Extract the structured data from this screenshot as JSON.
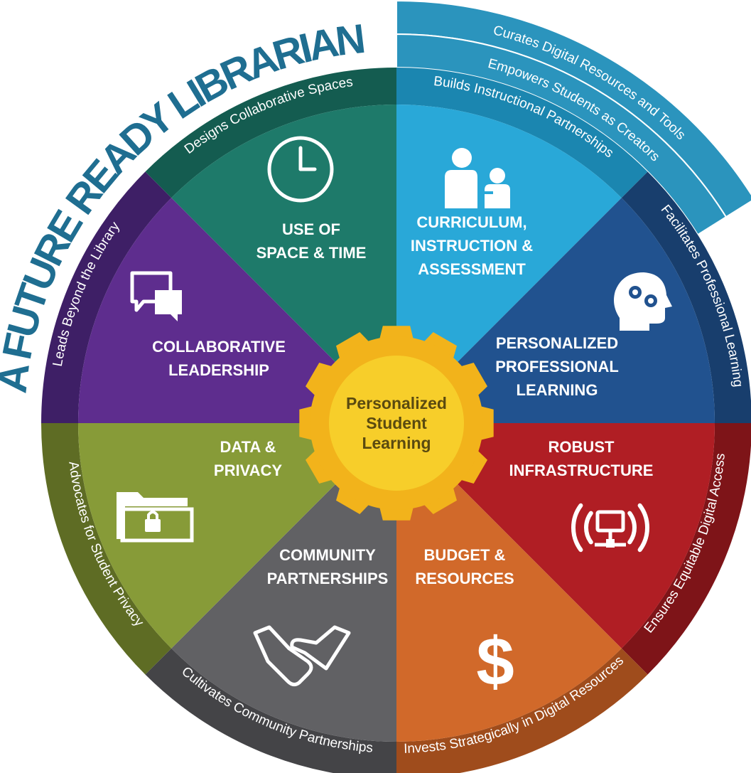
{
  "title": "A FUTURE READY LIBRARIAN",
  "center": {
    "lines": [
      "Personalized",
      "Student",
      "Learning"
    ]
  },
  "segments": [
    {
      "id": "use-of-space-and-time",
      "lines": [
        "USE OF",
        "SPACE & TIME"
      ],
      "ring_text": "Designs Collaborative Spaces",
      "color": "#1e7a6a",
      "ring_color": "#145c50",
      "icon": "clock-icon"
    },
    {
      "id": "curriculum-instruction-assessment",
      "lines": [
        "CURRICULUM,",
        "INSTRUCTION &",
        "ASSESSMENT"
      ],
      "ring_text": "Builds Instructional Partnerships",
      "color": "#29a8d8",
      "ring_color": "#1b86b0",
      "icon": "teacher-student-icon"
    },
    {
      "id": "personalized-professional-learning",
      "lines": [
        "PERSONALIZED",
        "PROFESSIONAL",
        "LEARNING"
      ],
      "ring_text": "Facilitates Professional Learning",
      "color": "#21528f",
      "ring_color": "#183e6d",
      "icon": "head-gears-icon"
    },
    {
      "id": "robust-infrastructure",
      "lines": [
        "ROBUST",
        "INFRASTRUCTURE"
      ],
      "ring_text": "Ensures Equitable Digital Access",
      "color": "#b01e24",
      "ring_color": "#7e1418",
      "icon": "network-signal-icon"
    },
    {
      "id": "budget-and-resources",
      "lines": [
        "BUDGET &",
        "RESOURCES"
      ],
      "ring_text": "Invests Strategically in Digital Resources",
      "color": "#d1692a",
      "ring_color": "#9f4c1c",
      "icon": "dollar-icon"
    },
    {
      "id": "community-partnerships",
      "lines": [
        "COMMUNITY",
        "PARTNERSHIPS"
      ],
      "ring_text": "Cultivates Community Partnerships",
      "color": "#616164",
      "ring_color": "#444447",
      "icon": "handshake-icon"
    },
    {
      "id": "data-and-privacy",
      "lines": [
        "DATA &",
        "PRIVACY"
      ],
      "ring_text": "Advocates for Student Privacy",
      "color": "#879b38",
      "ring_color": "#5e6c24",
      "icon": "locked-folder-icon"
    },
    {
      "id": "collaborative-leadership",
      "lines": [
        "COLLABORATIVE",
        "LEADERSHIP"
      ],
      "ring_text": "Leads Beyond the Library",
      "color": "#5e2d8e",
      "ring_color": "#3e1f66",
      "icon": "chat-bubbles-icon"
    }
  ],
  "outer_bands": [
    {
      "text": "Curates Digital Resources and Tools",
      "color": "#2b94bd"
    },
    {
      "text": "Empowers Students as Creators",
      "color": "#2b94bd"
    }
  ],
  "colors": {
    "title": "#1f6e91",
    "gear": "#f2b31b",
    "gear_inner": "#f7ce2a",
    "center_text": "#5a4a10"
  }
}
